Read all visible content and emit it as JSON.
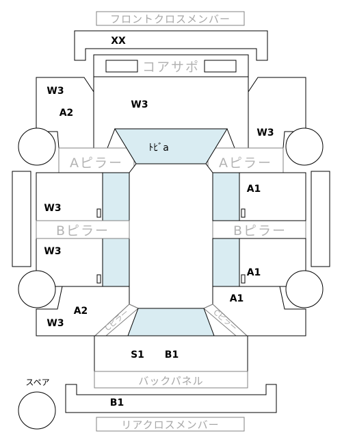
{
  "colors": {
    "glass": "#d9ecf2",
    "line": "#000000",
    "ghost_text": "#a6a6a6"
  },
  "labels": {
    "front_cross_member": "フロントクロスメンバー",
    "xx": "XX",
    "core_support": "コアサポ",
    "left_upper_w3": "W3",
    "left_upper_a2": "A2",
    "hood_w3": "W3",
    "right_upper_w3": "W3",
    "cowl": "ﾄﾋﾞa",
    "a_pillar_left": "Aピラー",
    "a_pillar_right": "Aピラー",
    "left_front_door_w3": "W3",
    "right_front_door_a1": "A1",
    "b_pillar_left": "Bピラー",
    "b_pillar_right": "Bピラー",
    "left_rear_door_w3": "W3",
    "right_rear_door_a1": "A1",
    "left_lower_a2": "A2",
    "left_lower_w3": "W3",
    "right_lower_a1": "A1",
    "c_pillar_left": "Cピラー",
    "c_pillar_right": "Cピラー",
    "trunk_s1": "S1",
    "trunk_b1": "B1",
    "back_panel": "バックパネル",
    "rear_bar_b1": "B1",
    "rear_cross_member": "リアクロスメンバー",
    "spare": "スペア"
  }
}
